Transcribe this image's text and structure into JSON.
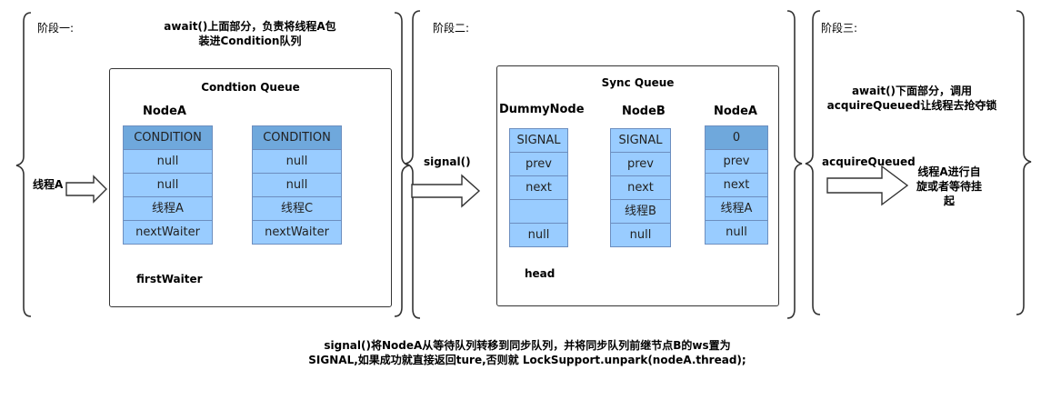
{
  "stage1": {
    "title": "阶段一:",
    "desc_line1": "await()上面部分，负责将线程A包",
    "desc_line2": "装进Condition队列",
    "thread_label": "线程A",
    "queue_title": "Condtion Queue",
    "nodeA_label": "NodeA",
    "nodeA_cells": [
      "CONDITION",
      "null",
      "null",
      "线程A",
      "nextWaiter"
    ],
    "nodeC_cells": [
      "CONDITION",
      "null",
      "null",
      "线程C",
      "nextWaiter"
    ],
    "first_waiter": "firstWaiter"
  },
  "stage2": {
    "title": "阶段二:",
    "signal_label": "signal()",
    "queue_title": "Sync Queue",
    "dummy_label": "DummyNode",
    "nodeB_label": "NodeB",
    "nodeA_label": "NodeA",
    "dummy_cells": [
      "SIGNAL",
      "prev",
      "next",
      "",
      "null"
    ],
    "nodeB_cells": [
      "SIGNAL",
      "prev",
      "next",
      "线程B",
      "null"
    ],
    "nodeA_cells": [
      "0",
      "prev",
      "next",
      "线程A",
      "null"
    ],
    "head_label": "head"
  },
  "stage3": {
    "title": "阶段三:",
    "desc_line1": "await()下面部分，调用",
    "desc_line2": "acquireQueued让线程去抢夺锁",
    "acquire_label": "acquireQueued",
    "result_line1": "线程A进行自",
    "result_line2": "旋或者等待挂",
    "result_line3": "起"
  },
  "footer": {
    "line1": "signal()将NodeA从等待队列转移到同步队列，并将同步队列前继节点B的ws置为",
    "line2": "SIGNAL,如果成功就直接返回ture,否则就 LockSupport.unpark(nodeA.thread);"
  },
  "colors": {
    "cell_fill": "#99ccff",
    "header_fill": "#6fa8dc",
    "cell_border": "#6c8ebf"
  }
}
